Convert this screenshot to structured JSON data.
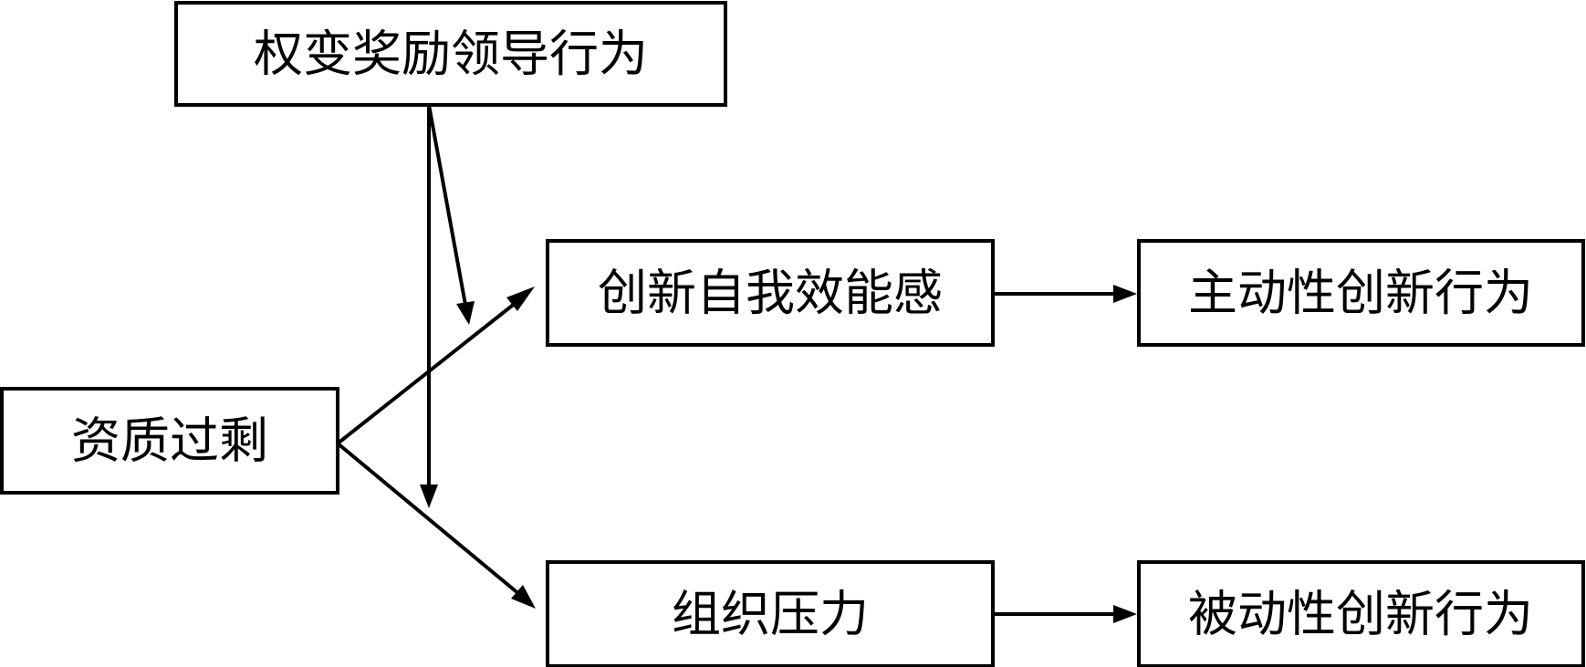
{
  "nodes": {
    "transformational_leadership": "权变奖励领导行为",
    "overqualification": "资质过剩",
    "creative_self_efficacy": "创新自我效能感",
    "organizational_pressure": "组织压力",
    "proactive_innovation": "主动性创新行为",
    "passive_innovation": "被动性创新行为"
  },
  "edges": [
    {
      "from": "overqualification",
      "to": "creative_self_efficacy"
    },
    {
      "from": "overqualification",
      "to": "organizational_pressure"
    },
    {
      "from": "creative_self_efficacy",
      "to": "proactive_innovation"
    },
    {
      "from": "organizational_pressure",
      "to": "passive_innovation"
    },
    {
      "from": "transformational_leadership",
      "to": "overqualification-creative_self_efficacy path"
    },
    {
      "from": "transformational_leadership",
      "to": "overqualification-organizational_pressure path"
    }
  ]
}
